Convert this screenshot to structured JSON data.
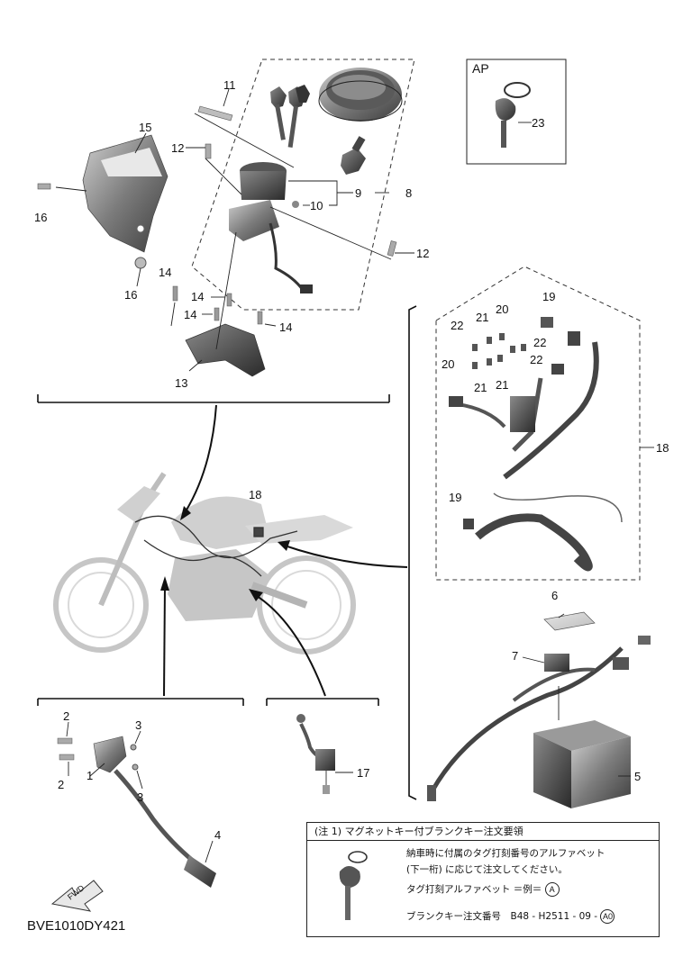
{
  "callouts": {
    "n1": "1",
    "n2a": "2",
    "n2b": "2",
    "n3a": "3",
    "n3b": "3",
    "n4": "4",
    "n5": "5",
    "n6": "6",
    "n7": "7",
    "n8": "8",
    "n9": "9",
    "n10": "10",
    "n11": "11",
    "n12a": "12",
    "n12b": "12",
    "n13": "13",
    "n14a": "14",
    "n14b": "14",
    "n14c": "14",
    "n14d": "14",
    "n15": "15",
    "n16a": "16",
    "n16b": "16",
    "n17": "17",
    "n18a": "18",
    "n18b": "18",
    "n19a": "19",
    "n19b": "19",
    "n20a": "20",
    "n20b": "20",
    "n21a": "21",
    "n21b": "21",
    "n21c": "21",
    "n22a": "22",
    "n22b": "22",
    "n22c": "22",
    "n23": "23"
  },
  "ap_box": {
    "label": "AP"
  },
  "diagram_code": "BVE1010DY421",
  "fwd_label": "FWD",
  "note": {
    "title": "(注 1) マグネットキー付ブランクキー注文要領",
    "line1": "納車時に付属のタグ打刻番号のアルファベット",
    "line2": "(下一桁) に応じて注文してください。",
    "line3_prefix": "タグ打刻アルファベット ＝例＝",
    "line3_circ": "A",
    "line4_prefix": "ブランクキー注文番号　B48 - H2511 - 09 -",
    "line4_circ": "A0"
  }
}
